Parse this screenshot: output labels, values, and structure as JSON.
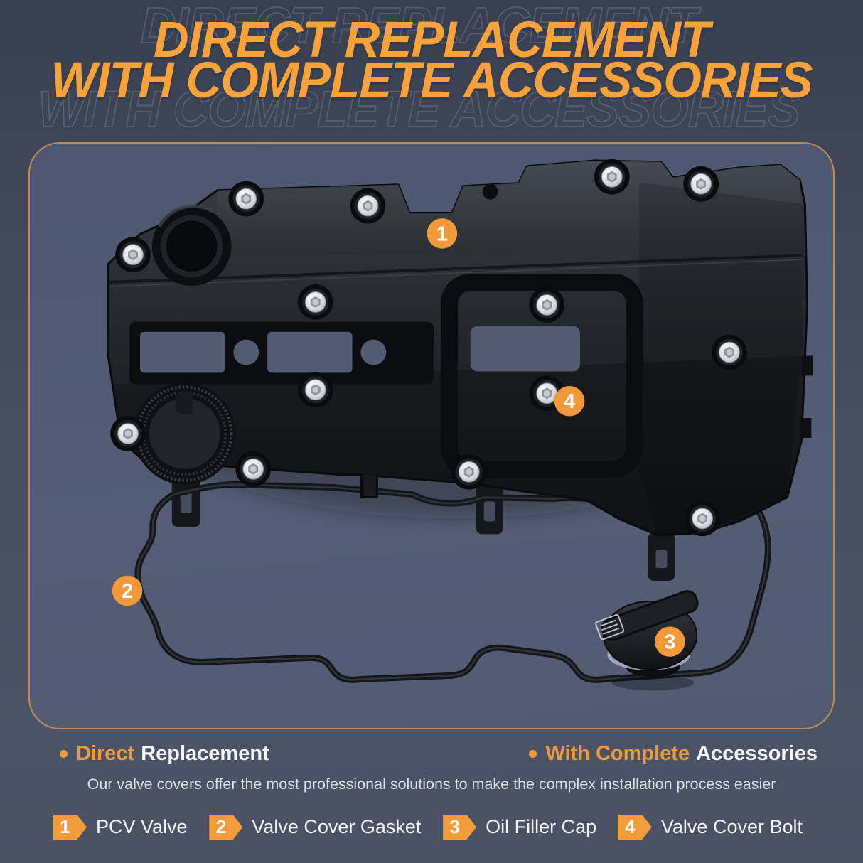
{
  "title": {
    "line1": "DIRECT REPLACEMENT",
    "line2": "WITH COMPLETE ACCESSORIES"
  },
  "features": {
    "left": {
      "highlight": "Direct",
      "rest": "Replacement"
    },
    "right": {
      "highlight": "With Complete",
      "rest": "Accessories"
    },
    "subtitle": "Our valve covers offer the most professional solutions to make the complex installation process easier"
  },
  "legend": [
    {
      "num": "1",
      "label": "PCV Valve"
    },
    {
      "num": "2",
      "label": "Valve Cover Gasket"
    },
    {
      "num": "3",
      "label": "Oil Filler Cap"
    },
    {
      "num": "4",
      "label": "Valve Cover Bolt"
    }
  ],
  "colors": {
    "accent_orange": "#F49B3A",
    "title_orange": "#F9A23C",
    "card_border": "#C08A55",
    "card_background": "#515B72",
    "page_background": "#46505F",
    "text_white": "#F5F6F8",
    "text_muted": "#DCDFE6"
  }
}
